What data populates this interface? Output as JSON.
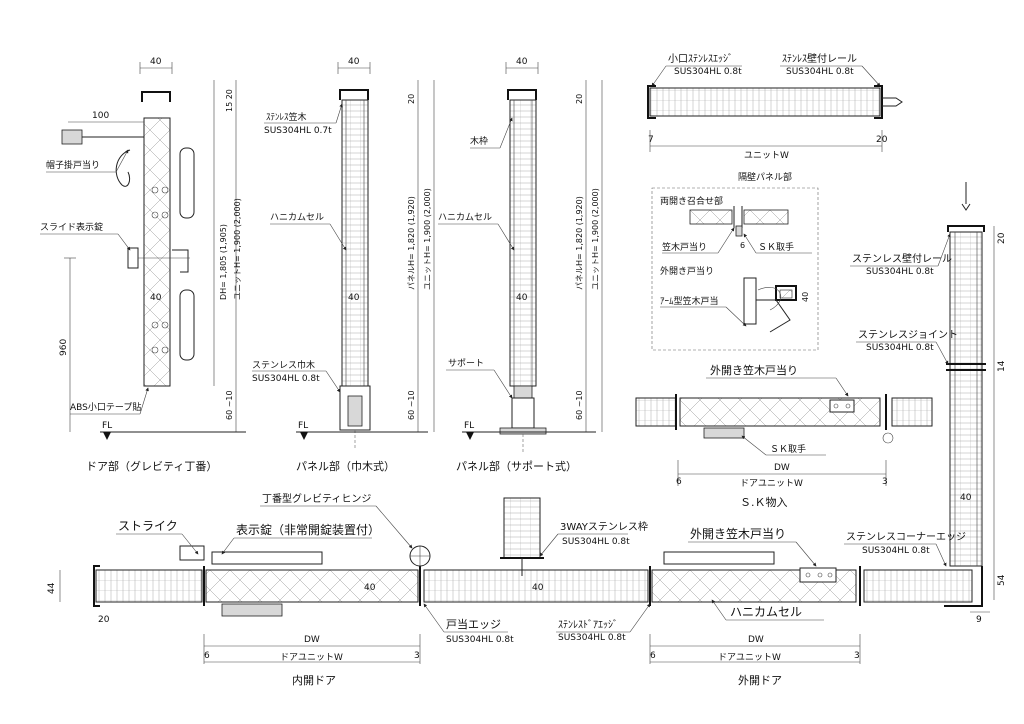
{
  "door": {
    "dim_top": "40",
    "dim_arm": "100",
    "dim_mid": "40",
    "dim_960": "960",
    "dim_right_top": "15 20",
    "dim_right_h": "DH= 1,805 (1,905)",
    "dim_right_unit": "ユニットH= 1,900 (2,000)",
    "dim_right_bot": "60 ~10",
    "label_hook": "帽子掛戸当り",
    "label_lock": "スライド表示錠",
    "label_tape": "ABS小口テープ貼",
    "fl": "FL",
    "caption": "ドア部（グレビティ丁番）"
  },
  "panel_skirt": {
    "dim_top": "40",
    "dim_mid": "40",
    "dim_right_top": "20",
    "dim_right_h": "パネルH= 1,820 (1,920)",
    "dim_right_unit": "ユニットH= 1,900 (2,000)",
    "dim_right_bot": "60 ~10",
    "label_cap": "ｽﾃﾝﾚｽ笠木",
    "label_cap_spec": "SUS304HL 0.7t",
    "label_honeycomb": "ハニカムセル",
    "label_skirt": "ステンレス巾木",
    "label_skirt_spec": "SUS304HL 0.8t",
    "fl": "FL",
    "caption": "パネル部（巾木式）"
  },
  "panel_support": {
    "dim_top": "40",
    "dim_mid": "40",
    "dim_right_top": "20",
    "dim_right_h": "パネルH= 1,820 (1,920)",
    "dim_right_unit": "ユニットH= 1,900 (2,000)",
    "dim_right_bot": "60 ~10",
    "label_frame": "木枠",
    "label_honeycomb": "ハニカムセル",
    "label_support": "サポート",
    "fl": "FL",
    "caption": "パネル部（サポート式）"
  },
  "top_right": {
    "label_edge": "小口ｽﾃﾝﾚｽｴｯｼﾞ",
    "label_edge_spec": "SUS304HL 0.8t",
    "label_rail": "ｽﾃﾝﾚｽ壁付レール",
    "label_rail_spec": "SUS304HL 0.8t",
    "dim_left": "7",
    "dim_right": "20",
    "dim_unit": "ユニットW"
  },
  "partition": {
    "title": "隔壁パネル部",
    "double_title": "両開き召合せ部",
    "double_cap": "笠木戸当り",
    "double_num": "6",
    "double_handle": "ＳＫ取手",
    "outward_title": "外開き戸当り",
    "outward_arm": "ｱｰﾑ型笠木戸当",
    "outward_dim": "40"
  },
  "sk": {
    "label_stop": "外開き笠木戸当り",
    "label_handle": "ＳＫ取手",
    "dim_dw": "DW",
    "dim_unit": "ドアユニットW",
    "dim_left": "6",
    "dim_right": "3",
    "caption": "Ｓ.Ｋ物入"
  },
  "right_col": {
    "label_rail": "ステンレス壁付レール",
    "label_rail_spec": "SUS304HL 0.8t",
    "label_joint": "ステンレスジョイント",
    "label_joint_spec": "SUS304HL 0.8t",
    "label_corner": "ステンレスコーナーエッジ",
    "label_corner_spec": "SUS304HL 0.8t",
    "dim_top": "20",
    "dim_mid": "14",
    "dim_bot": "54",
    "dim_foot": "9",
    "dim_inner": "40"
  },
  "plan": {
    "label_strike": "ストライク",
    "label_indicator": "表示錠（非常開錠装置付）",
    "label_hinge": "丁番型グレビティヒンジ",
    "label_3way": "3WAYステンレス枠",
    "label_3way_spec": "SUS304HL 0.8t",
    "label_outward": "外開き笠木戸当り",
    "label_honeycomb": "ハニカムセル",
    "label_door_edge": "戸当エッジ",
    "label_door_edge_spec": "SUS304HL 0.8t",
    "label_ss_edge": "ｽﾃﾝﾚｽﾄﾞｱｴｯｼﾞ",
    "label_ss_edge_spec": "SUS304HL 0.8t",
    "dim_44": "44",
    "dim_20": "20",
    "dim_40a": "40",
    "dim_40b": "40",
    "in_dw": "DW",
    "in_unit": "ドアユニットW",
    "in_left": "6",
    "in_right": "3",
    "out_dw": "DW",
    "out_unit": "ドアユニットW",
    "out_left": "6",
    "out_right": "3",
    "caption_in": "内開ドア",
    "caption_out": "外開ドア"
  }
}
